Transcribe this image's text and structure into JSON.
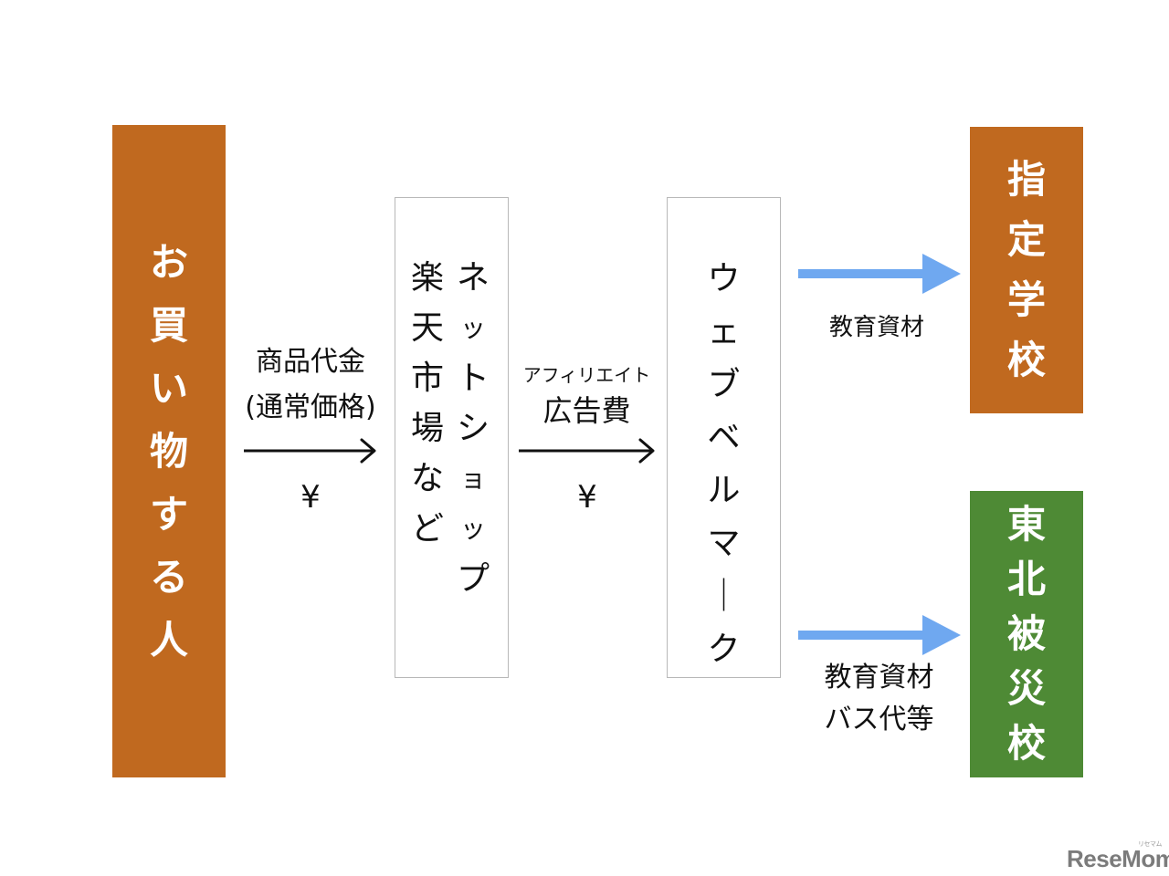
{
  "nodes": {
    "shopper": {
      "label": "お買い物する人",
      "color": "#c0691f"
    },
    "netshop": {
      "line1": "ネットショップ",
      "line2": "楽天市場など"
    },
    "bellmark": {
      "label": "ウェブベルマーク"
    },
    "school": {
      "label": "指定学校",
      "color": "#c0691f"
    },
    "disaster_school": {
      "label": "東北被災校",
      "color": "#4e8a35"
    }
  },
  "edges": {
    "shopper_to_shop": {
      "label_line1": "商品代金",
      "label_line2": "(通常価格)",
      "symbol": "¥"
    },
    "shop_to_bellmark": {
      "label_small": "アフィリエイト",
      "label_main": "広告費",
      "symbol": "¥"
    },
    "bellmark_to_school": {
      "label": "教育資材"
    },
    "bellmark_to_disaster": {
      "label_line1": "教育資材",
      "label_line2": "バス代等"
    }
  },
  "colors": {
    "arrow_black": "#111111",
    "arrow_blue": "#6fa8f0"
  },
  "watermark": {
    "text": "ReseMom",
    "sub": "リセマム"
  }
}
